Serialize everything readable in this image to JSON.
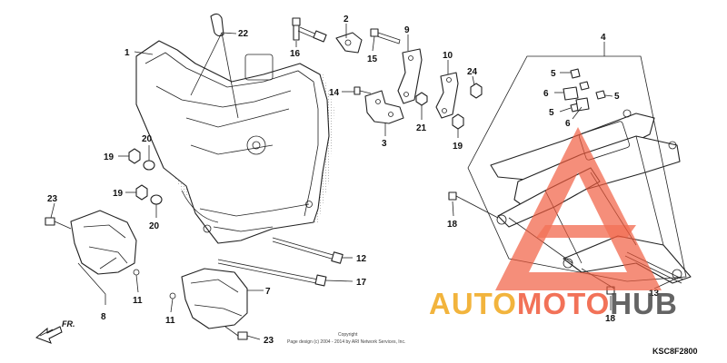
{
  "callouts": [
    "1",
    "2",
    "3",
    "4",
    "5",
    "5",
    "5",
    "5",
    "6",
    "6",
    "7",
    "8",
    "9",
    "10",
    "11",
    "11",
    "12",
    "13",
    "14",
    "15",
    "16",
    "17",
    "18",
    "18",
    "19",
    "19",
    "19",
    "20",
    "20",
    "21",
    "22",
    "23",
    "23",
    "24"
  ],
  "copyright": [
    "Copyright",
    "Page design (c) 2004 - 2014 by ARI Network Services, Inc."
  ],
  "direction_label": "FR.",
  "diagram_code": "KSC8F2800",
  "watermark": {
    "part1": "AUTO",
    "part2": "MOTO",
    "part3": "HUB"
  },
  "colors": {
    "accent_red": "#f05a3c",
    "accent_orange": "#f0a81c",
    "dark": "#4a4a4a"
  }
}
